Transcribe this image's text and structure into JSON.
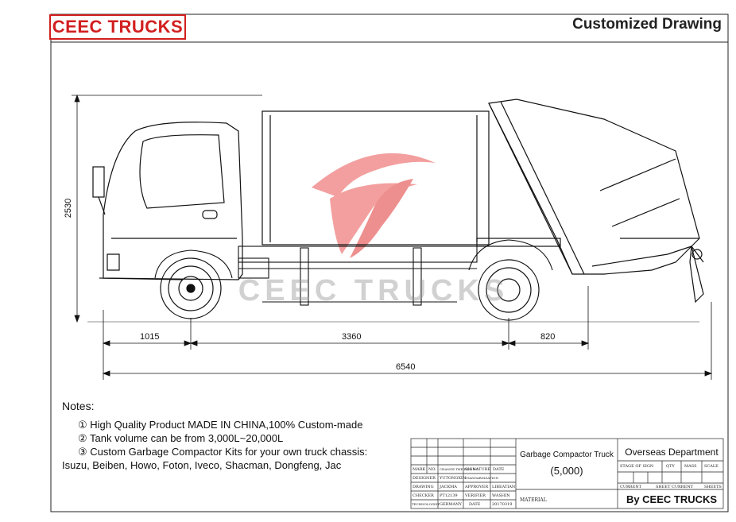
{
  "brand": {
    "name": "CEEC TRUCKS",
    "color": "#d21f1f"
  },
  "drawing_title": "Customized Drawing",
  "watermark": {
    "text": "CEEC TRUCKS",
    "logo_color": "#f08080"
  },
  "dimensions": {
    "height": "2530",
    "front_overhang": "1015",
    "wheelbase": "3360",
    "rear_overhang": "820",
    "overall_length": "6540"
  },
  "notes": {
    "heading": "Notes:",
    "items": [
      "① High Quality Product MADE IN CHINA,100% Custom-made",
      "② Tank volume can be from 3,000L~20,000L",
      "③ Custom Garbage Compactor Kits for your own truck chassis:"
    ],
    "chassis_list": "Isuzu, Beiben, Howo, Foton, Iveco, Shacman, Dongfeng, Jac"
  },
  "title_block": {
    "product_name": "Garbage Compactor Truck",
    "capacity": "(5,000)",
    "department": "Overseas Department",
    "by_line": "By CEEC TRUCKS",
    "material_label": "MATERIAL",
    "header_cells": [
      "STAGE OF SIGN",
      "QTY",
      "MASS",
      "SCALE"
    ],
    "sheet_cells": [
      "CURRENT",
      "SHEET",
      "CURRENT",
      "SHEETS"
    ],
    "revision_header": [
      "MARK",
      "NO.",
      "CHANGE THE FILE NO.",
      "SIGNATURE",
      "DATE"
    ],
    "rows": [
      [
        "DESIGNER",
        "YUTONGXIN",
        "STANDARDIZATION",
        ""
      ],
      [
        "DRAWING",
        "JACKMA",
        "APPROVER",
        "LIBEATIAN"
      ],
      [
        "CHECKER",
        "PT12139",
        "VERIFIER",
        "WASHIN"
      ],
      [
        "TECHNOLOGIST",
        "GERMANY",
        "DATE",
        "20170319"
      ]
    ]
  }
}
